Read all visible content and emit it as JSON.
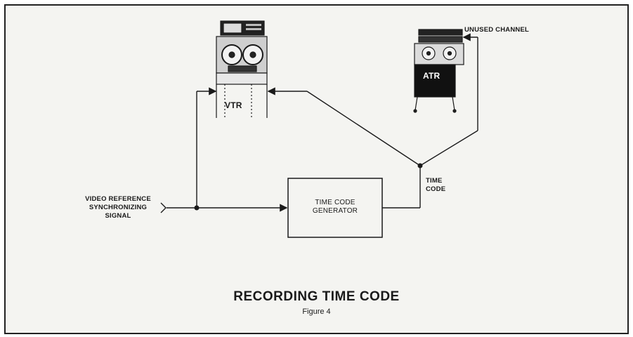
{
  "labels": {
    "vtr": "VTR",
    "atr": "ATR",
    "unused_channel": "UNUSED CHANNEL",
    "time_code": [
      "TIME",
      "CODE"
    ],
    "generator": [
      "TIME CODE",
      "GENERATOR"
    ],
    "input": [
      "VIDEO REFERENCE",
      "SYNCHRONIZING",
      "SIGNAL"
    ]
  },
  "title": "RECORDING TIME CODE",
  "caption": "Figure 4",
  "colors": {
    "line": "#1a1a1a",
    "background": "#f4f4f1"
  }
}
